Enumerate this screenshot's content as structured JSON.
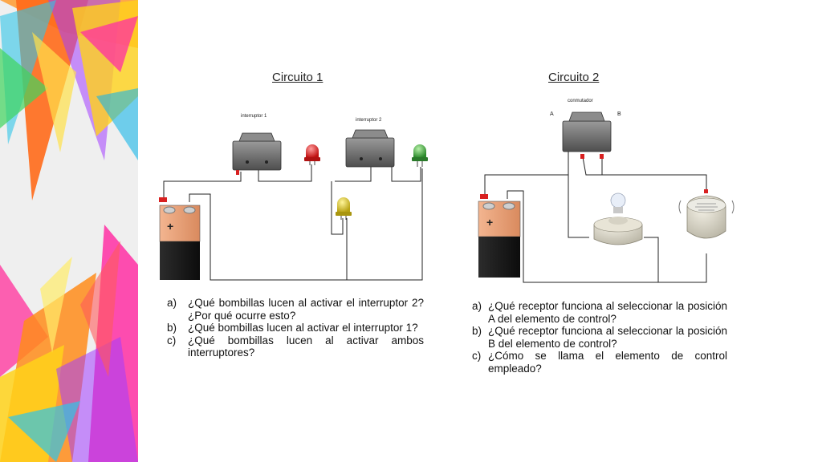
{
  "circuit1": {
    "title": "Circuito 1",
    "switch1_label": "interruptor 1",
    "switch2_label": "interruptor 2",
    "battery_symbol": "+",
    "questions": [
      {
        "marker": "a)",
        "text": "¿Qué bombillas lucen al activar el interruptor 2? ¿Por qué ocurre esto?"
      },
      {
        "marker": "b)",
        "text": "¿Qué bombillas lucen al activar el interruptor 1?"
      },
      {
        "marker": "c)",
        "text": "¿Qué bombillas lucen al activar ambos interruptores?"
      }
    ]
  },
  "circuit2": {
    "title": "Circuito 2",
    "switch_label": "conmutador",
    "pos_a": "A",
    "pos_b": "B",
    "battery_symbol": "+",
    "questions": [
      {
        "marker": "a)",
        "text": "¿Qué receptor funciona al seleccionar la posición A del elemento de control?"
      },
      {
        "marker": "b)",
        "text": "¿Qué receptor funciona al seleccionar la posición B del elemento de control?"
      },
      {
        "marker": "c)",
        "text": "¿Cómo se llama el elemento de control empleado?"
      }
    ]
  },
  "colors": {
    "led_red": "#d91c1c",
    "led_green": "#3aa53a",
    "led_yellow": "#d8c21c",
    "battery_top": "#e8a07a",
    "battery_body": "#141414",
    "switch_gray": "#6b6b6b"
  }
}
